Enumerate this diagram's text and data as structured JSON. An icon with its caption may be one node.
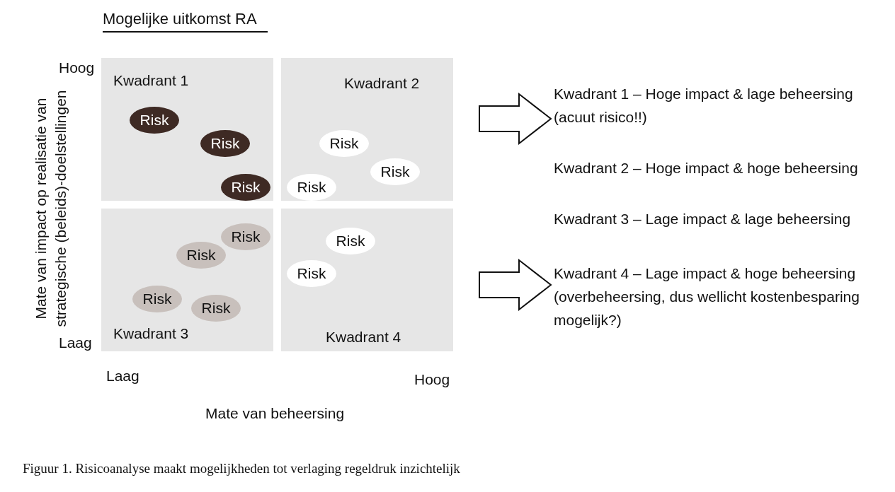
{
  "diagram": {
    "title": "Mogelijke uitkomst RA",
    "caption": "Figuur 1. Risicoanalyse maakt mogelijkheden tot verlaging regeldruk inzichtelijk",
    "nodes": [
      {
        "text": [
          "Kwadrant 1"
        ]
      },
      {
        "text": [
          "Risk"
        ],
        "in": 0
      },
      {
        "text": [
          "Risk"
        ],
        "in": 0
      },
      {
        "text": [
          "Risk"
        ],
        "in": 0
      },
      {
        "text": [
          "Kwadrant 2"
        ]
      },
      {
        "text": [
          "Risk"
        ],
        "in": 4
      },
      {
        "text": [
          "Risk"
        ],
        "in": 4
      },
      {
        "text": [
          "Risk"
        ],
        "in": 4
      },
      {
        "text": [
          "Kwadrant 3"
        ]
      },
      {
        "text": [
          "Risk"
        ],
        "in": 8
      },
      {
        "text": [
          "Risk"
        ],
        "in": 8
      },
      {
        "text": [
          "Risk"
        ],
        "in": 8
      },
      {
        "text": [
          "Risk"
        ],
        "in": 8
      },
      {
        "text": [
          "Kwadrant 4"
        ]
      },
      {
        "text": [
          "Risk"
        ],
        "in": 13
      },
      {
        "text": [
          "Risk"
        ],
        "in": 13
      },
      {
        "text": [
          "Kwadrant 1 – Hoge impact & lage beheersing (acuut risico!!)"
        ]
      },
      {
        "text": [
          "Kwadrant 4 – Lage impact & hoge beheersing (overbeheersing, dus wellicht kostenbesparing mogelijk?)"
        ]
      }
    ],
    "edges": [
      {
        "from": null,
        "to": 16,
        "arrow": "to"
      },
      {
        "from": null,
        "to": 17,
        "arrow": "to"
      }
    ],
    "labels": [
      "Hoog",
      "Mate van impact op realisatie van strategische (beleids)-doelstellingen",
      "Laag",
      "Laag",
      "Hoog",
      "Mate van beheersing",
      "Kwadrant 2 – Hoge impact & hoge beheersing",
      "Kwadrant 3 – Lage impact & lage beheersing"
    ]
  }
}
